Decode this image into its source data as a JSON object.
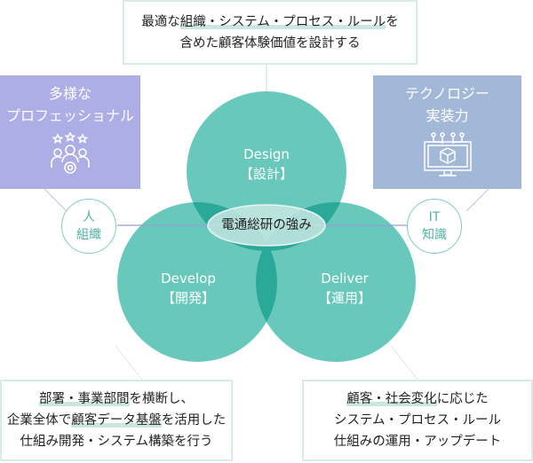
{
  "top_box": {
    "line1_pre": "最適な",
    "line1_hl": "組織・システム・プロセス・ルール",
    "line1_post": "を",
    "line2": "含めた顧客体験価値を設計する"
  },
  "left_category": {
    "line1": "多様な",
    "line2": "プロフェッショナル",
    "icon": "team-gear-icon"
  },
  "right_category": {
    "line1": "テクノロジー",
    "line2": "実装力",
    "icon": "monitor-cube-icon"
  },
  "left_node": {
    "line1": "人",
    "line2": "組織"
  },
  "right_node": {
    "line1": "IT",
    "line2": "知識"
  },
  "circles": {
    "design": {
      "en": "Design",
      "jp": "【設計】"
    },
    "develop": {
      "en": "Develop",
      "jp": "【開発】"
    },
    "deliver": {
      "en": "Deliver",
      "jp": "【運用】"
    }
  },
  "center_label": "電通総研の強み",
  "bottom_left_box": {
    "line1_hl": "部署・事業部間",
    "line1_post": "を横断し、",
    "line2_pre": "企業全体で",
    "line2_hl": "顧客データ基盤",
    "line2_post": "を活用した",
    "line3": "仕組み開発・システム構築を行う"
  },
  "bottom_right_box": {
    "line1_hl": "顧客・社会変化",
    "line1_post": "に応じた",
    "line2": "システム・プロセス・ルール",
    "line3": "仕組みの運用・アップデート"
  },
  "colors": {
    "teal": "#5cc4b6",
    "overlap": "#2aa999",
    "purple": "#aeaee6",
    "blue": "#a3b8d6"
  }
}
